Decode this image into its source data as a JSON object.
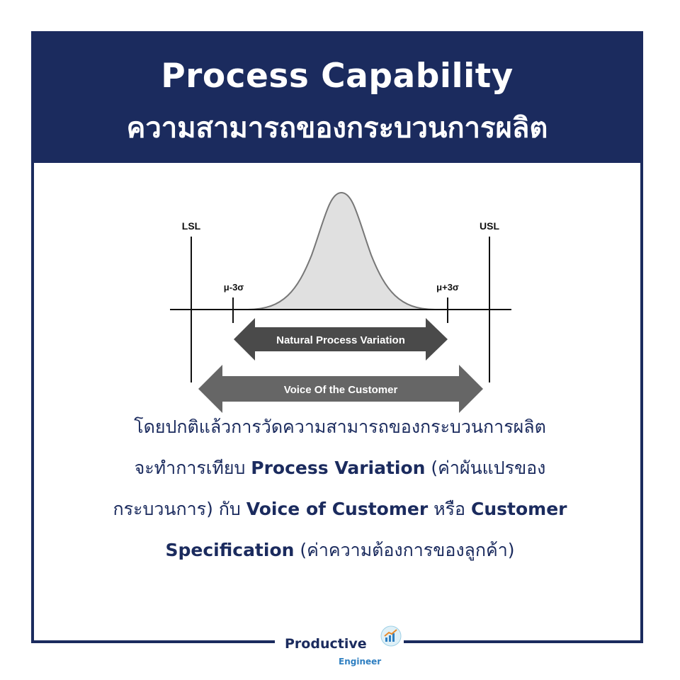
{
  "header": {
    "title_en": "Process Capability",
    "title_th": "ความสามารถของกระบวนการผลิต"
  },
  "diagram": {
    "lsl_label": "LSL",
    "usl_label": "USL",
    "minus3s_label": "μ-3σ",
    "plus3s_label": "μ+3σ",
    "npv_label": "Natural Process Variation",
    "voc_label": "Voice Of the Customer",
    "colors": {
      "curve_fill": "#e0e0e0",
      "arrow_dark": "#4a4a4a",
      "arrow_mid": "#666666"
    }
  },
  "body": {
    "line1": "โดยปกติแล้วการวัดความสามารถของกระบวนการผลิต",
    "line2_pre": "จะทำการเทียบ ",
    "line2_bold": "Process Variation",
    "line2_post": " (ค่าผันแปรของ",
    "line3_pre": "กระบวนการ) กับ ",
    "line3_bold1": "Voice of Customer",
    "line3_mid": " หรือ ",
    "line3_bold2": "Customer",
    "line4_bold": "Specification",
    "line4_post": " (ค่าความต้องการของลูกค้า)"
  },
  "logo": {
    "name": "Productive",
    "sub": "Engineer"
  },
  "colors": {
    "navy": "#1b2b5e",
    "accent_blue": "#2f7fc1"
  }
}
